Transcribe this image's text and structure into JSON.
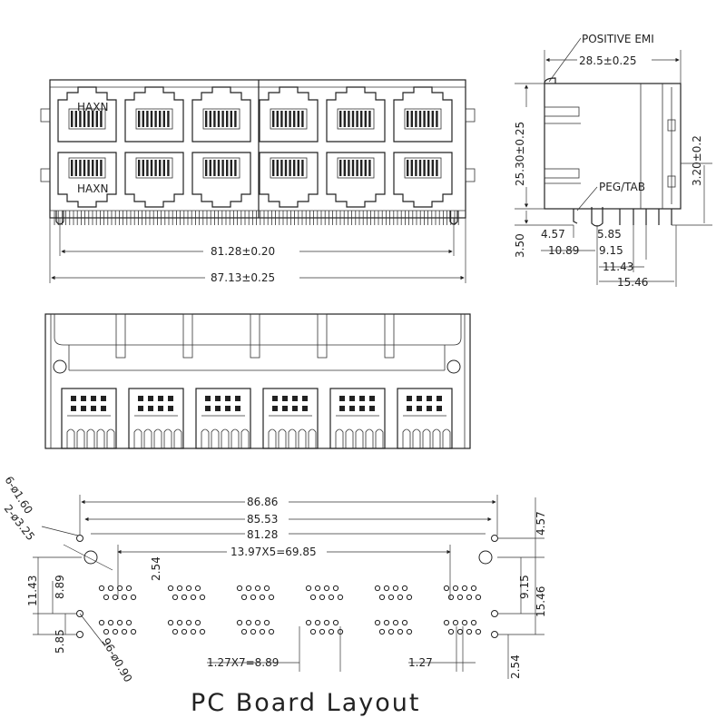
{
  "front_view": {
    "dims": {
      "inner": "81.28±0.20",
      "overall": "87.13±0.25"
    },
    "marks": {
      "top_mark": "HAXN",
      "bottom_mark": "HAXN"
    }
  },
  "side_view": {
    "callouts": {
      "emi": "POSITIVE EMI",
      "peg": "PEG/TAB"
    },
    "dims": {
      "depth": "28.5±0.25",
      "height": "25.30±0.25",
      "peg_height": "3.20±0.2",
      "standoff": "3.50",
      "d457": "4.57",
      "d585": "5.85",
      "d1089": "10.89",
      "d915": "9.15",
      "d1143": "11.43",
      "d1546": "15.46"
    }
  },
  "pcb_layout": {
    "title": "PC Board Layout",
    "dims": {
      "top1": "86.86",
      "top2": "85.53",
      "top3": "81.28",
      "pitch_groups": "13.97X5=69.85",
      "d254_top": "2.54",
      "d1143_left": "11.43",
      "d889_left": "8.89",
      "d585_left": "5.85",
      "d457_right": "4.57",
      "d915_right": "9.15",
      "d1546_right": "15.46",
      "d254_right": "2.54",
      "row_pitch": "1.27X7=8.89",
      "pin_pitch": "1.27"
    },
    "hole_callouts": {
      "h160": "6-ø1.60",
      "h325": "2-ø3.25",
      "h090": "96-ø0.90"
    }
  }
}
